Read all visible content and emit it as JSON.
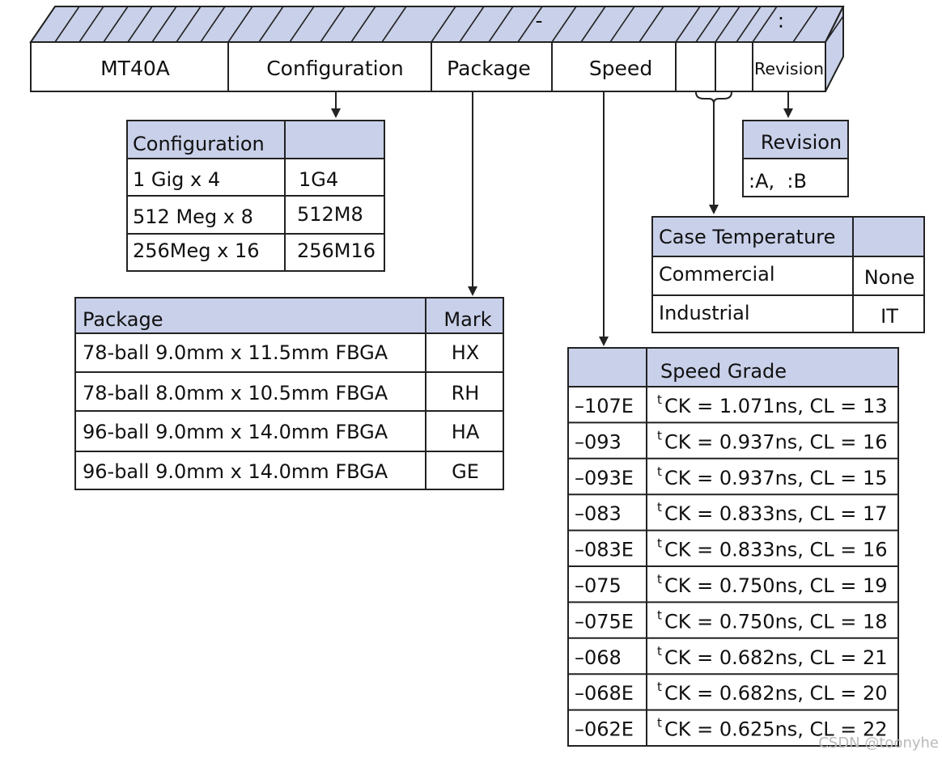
{
  "part_number": {
    "segments": [
      "MT40A",
      "Configuration",
      "Package",
      "Speed",
      "",
      "",
      "Revision"
    ],
    "separators": {
      "dash": "-",
      "colon": ":"
    }
  },
  "configuration_table": {
    "headers": [
      "Configuration",
      ""
    ],
    "rows": [
      [
        "1 Gig x 4",
        "1G4"
      ],
      [
        "512 Meg x 8",
        "512M8"
      ],
      [
        "256Meg x 16",
        "256M16"
      ]
    ]
  },
  "package_table": {
    "headers": [
      "Package",
      "Mark"
    ],
    "rows": [
      [
        "78-ball 9.0mm x 11.5mm FBGA",
        "HX"
      ],
      [
        "78-ball 8.0mm x 10.5mm FBGA",
        "RH"
      ],
      [
        "96-ball 9.0mm x 14.0mm FBGA",
        "HA"
      ],
      [
        "96-ball 9.0mm x 14.0mm FBGA",
        "GE"
      ]
    ]
  },
  "revision_table": {
    "header": "Revision",
    "value": ":A,  :B"
  },
  "temperature_table": {
    "headers": [
      "Case Temperature",
      ""
    ],
    "rows": [
      [
        "Commercial",
        "None"
      ],
      [
        "Industrial",
        "IT"
      ]
    ]
  },
  "speed_table": {
    "headers": [
      "",
      "Speed Grade"
    ],
    "rows": [
      {
        "grade": "–107E",
        "t": "t",
        "spec": "CK = 1.071ns, CL = 13"
      },
      {
        "grade": "–093",
        "t": "t",
        "spec": "CK = 0.937ns, CL = 16"
      },
      {
        "grade": "–093E",
        "t": "t",
        "spec": "CK = 0.937ns, CL = 15"
      },
      {
        "grade": "–083",
        "t": "t",
        "spec": "CK = 0.833ns, CL = 17"
      },
      {
        "grade": "–083E",
        "t": "t",
        "spec": "CK = 0.833ns, CL = 16"
      },
      {
        "grade": "–075",
        "t": "t",
        "spec": "CK = 0.750ns, CL = 19"
      },
      {
        "grade": "–075E",
        "t": "t",
        "spec": "CK = 0.750ns, CL = 18"
      },
      {
        "grade": "–068",
        "t": "t",
        "spec": "CK = 0.682ns, CL = 21"
      },
      {
        "grade": "–068E",
        "t": "t",
        "spec": "CK = 0.682ns, CL = 20"
      },
      {
        "grade": "–062E",
        "t": "t",
        "spec": "CK = 0.625ns, CL = 22"
      }
    ]
  },
  "watermark": "CSDN @toonyhe",
  "colors": {
    "header_fill": "#c9d0e9",
    "line": "#222222",
    "watermark": "#b9b9b9"
  }
}
